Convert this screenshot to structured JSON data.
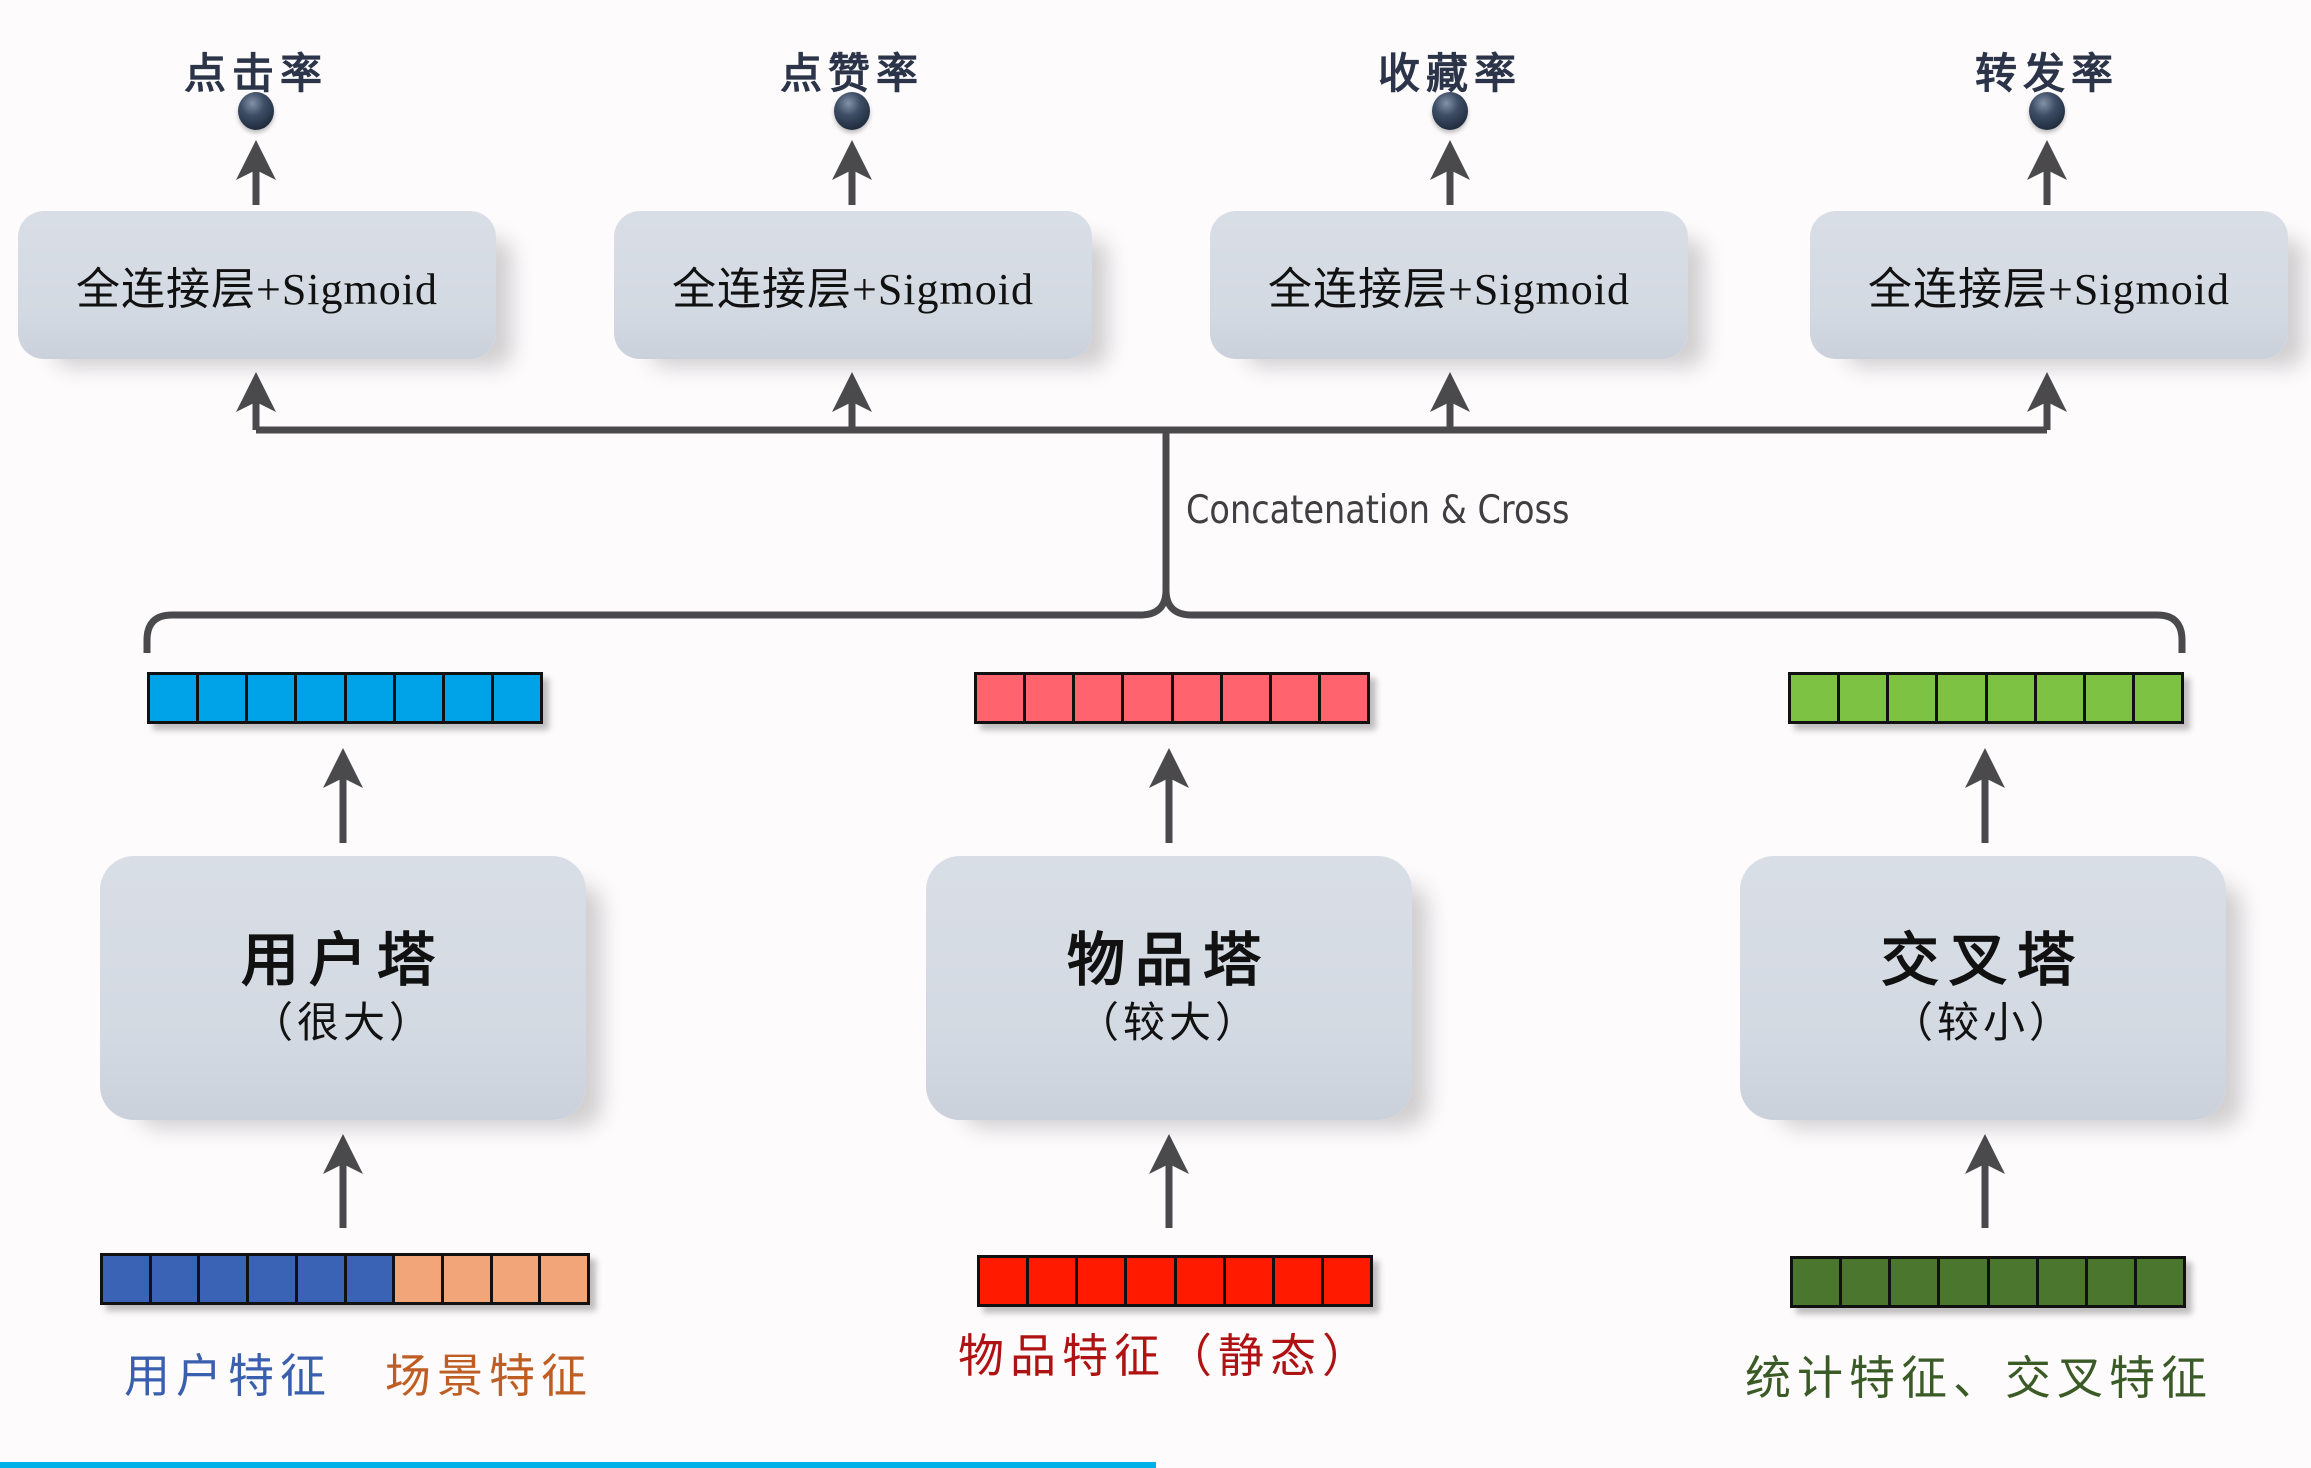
{
  "outputs": [
    {
      "label": "点击率",
      "layer": "全连接层+Sigmoid"
    },
    {
      "label": "点赞率",
      "layer": "全连接层+Sigmoid"
    },
    {
      "label": "收藏率",
      "layer": "全连接层+Sigmoid"
    },
    {
      "label": "转发率",
      "layer": "全连接层+Sigmoid"
    }
  ],
  "merge_label": "Concatenation & Cross",
  "towers": [
    {
      "title": "用户塔",
      "size_note": "（很大）",
      "output_vector": {
        "cells": 8,
        "color": "#00A2E8"
      },
      "input_vector": {
        "segments": [
          {
            "cells": 6,
            "color": "#3A62B5"
          },
          {
            "cells": 4,
            "color": "#F3A57A"
          }
        ]
      },
      "input_labels": [
        {
          "text": "用户特征",
          "color": "#3A5FAF"
        },
        {
          "text": "场景特征",
          "color": "#BF5E24"
        }
      ]
    },
    {
      "title": "物品塔",
      "size_note": "（较大）",
      "output_vector": {
        "cells": 8,
        "color": "#FF646E"
      },
      "input_vector": {
        "segments": [
          {
            "cells": 8,
            "color": "#FF1A00"
          }
        ]
      },
      "input_labels": [
        {
          "text": "物品特征（静态）",
          "color": "#AE1212"
        }
      ]
    },
    {
      "title": "交叉塔",
      "size_note": "（较小）",
      "output_vector": {
        "cells": 8,
        "color": "#7DC242"
      },
      "input_vector": {
        "segments": [
          {
            "cells": 8,
            "color": "#4A762E"
          }
        ]
      },
      "input_labels": [
        {
          "text": "统计特征、交叉特征",
          "color": "#3A5A26"
        }
      ]
    }
  ],
  "colors": {
    "line": "#4A4A4C",
    "tower_fill": "#D3D9E2",
    "progress": "#00B0E8"
  },
  "video_progress": 0.5
}
